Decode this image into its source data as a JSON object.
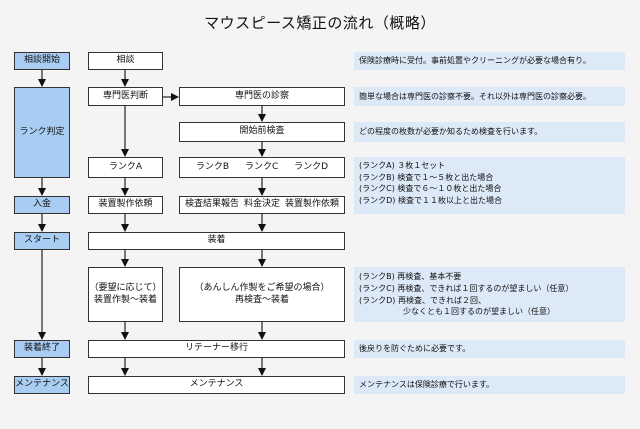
{
  "title": "マウスピース矯正の流れ（概略）",
  "stages": {
    "consult_start": "相談開始",
    "rank_judgement": "ランク判定",
    "payment": "入金",
    "start": "スタート",
    "end": "装着終了",
    "maintenance": "メンテナンス"
  },
  "flow": {
    "consult": "相談",
    "specialist_judgement": "専門医判断",
    "specialist_exam": "専門医の診察",
    "pre_exam": "開始前検査",
    "rank_a": "ランクA",
    "rank_b": "ランクB",
    "rank_c": "ランクC",
    "rank_d": "ランクD",
    "device_order": "装置製作依頼",
    "exam_report": "検査結果報告",
    "fee_decision": "料金決定",
    "device_order_2": "装置製作依頼",
    "wearing": "装着",
    "on_request_1": "（要望に応じて）",
    "on_request_2": "装置作製〜装着",
    "reassurance_1": "（あんしん作製をご希望の場合）",
    "reassurance_2": "再検査〜装着",
    "retainer": "リテーナー移行",
    "maintenance_box": "メンテナンス"
  },
  "notes": {
    "consult": "保険診療時に受付。事前処置やクリーニングが必要な場合有り。",
    "specialist": "簡単な場合は専門医の診察不要。それ以外は専門医の診察必要。",
    "pre_exam": "どの程度の枚数が必要か知るため検査を行います。",
    "ranks": [
      "(ランクA) ３枚１セット",
      "(ランクB) 検査で１〜５枚と出た場合",
      "(ランクC) 検査で６〜１０枚と出た場合",
      "(ランクD) 検査で１１枚以上と出た場合"
    ],
    "reexam": [
      "(ランクB) 再検査、基本不要",
      "(ランクC) 再検査、できれば１回するのが望ましい（任意）",
      "(ランクD) 再検査、できれば２回、",
      "少なくとも１回するのが望ましい（任意）"
    ],
    "retainer": "後戻りを防ぐために必要です。",
    "maintenance": "メンテナンスは保険診療で行います。"
  }
}
